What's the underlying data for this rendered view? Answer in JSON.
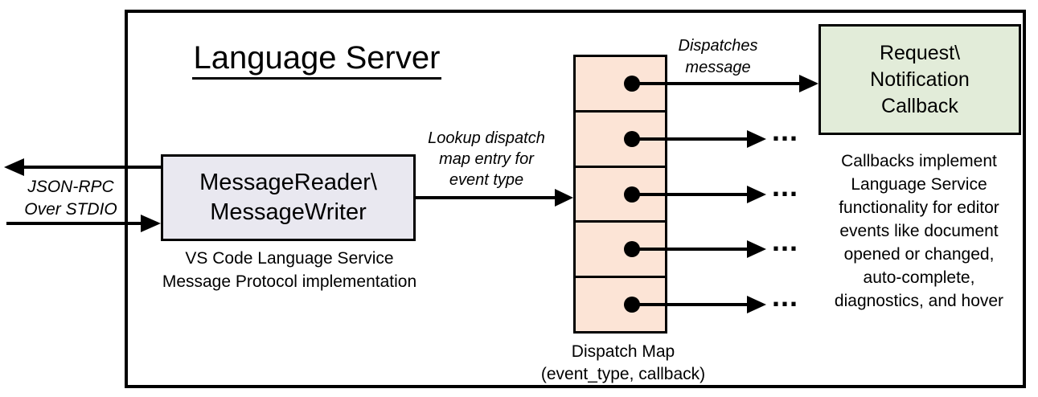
{
  "diagram": {
    "title": "Language Server",
    "io_label": [
      "JSON-RPC",
      "Over STDIO"
    ],
    "message_box": {
      "label": [
        "MessageReader\\",
        "MessageWriter"
      ],
      "caption": [
        "VS Code Language Service",
        "Message Protocol implementation"
      ],
      "fill": "#e9e8f0"
    },
    "lookup_label": [
      "Lookup dispatch",
      "map entry for",
      "event type"
    ],
    "dispatches_label": [
      "Dispatches",
      "message"
    ],
    "dispatch_map": {
      "cell_count": 5,
      "fill": "#fce4d6",
      "caption": [
        "Dispatch Map",
        "(event_type, callback)"
      ]
    },
    "callback_box": {
      "label": [
        "Request\\",
        "Notification",
        "Callback"
      ],
      "fill": "#e2ecd9"
    },
    "callbacks_note": [
      "Callbacks implement",
      "Language Service",
      "functionality for editor",
      "events like document",
      "opened or changed,",
      "auto-complete,",
      "diagnostics, and hover"
    ],
    "ellipsis": "...",
    "line_color": "#000000"
  }
}
